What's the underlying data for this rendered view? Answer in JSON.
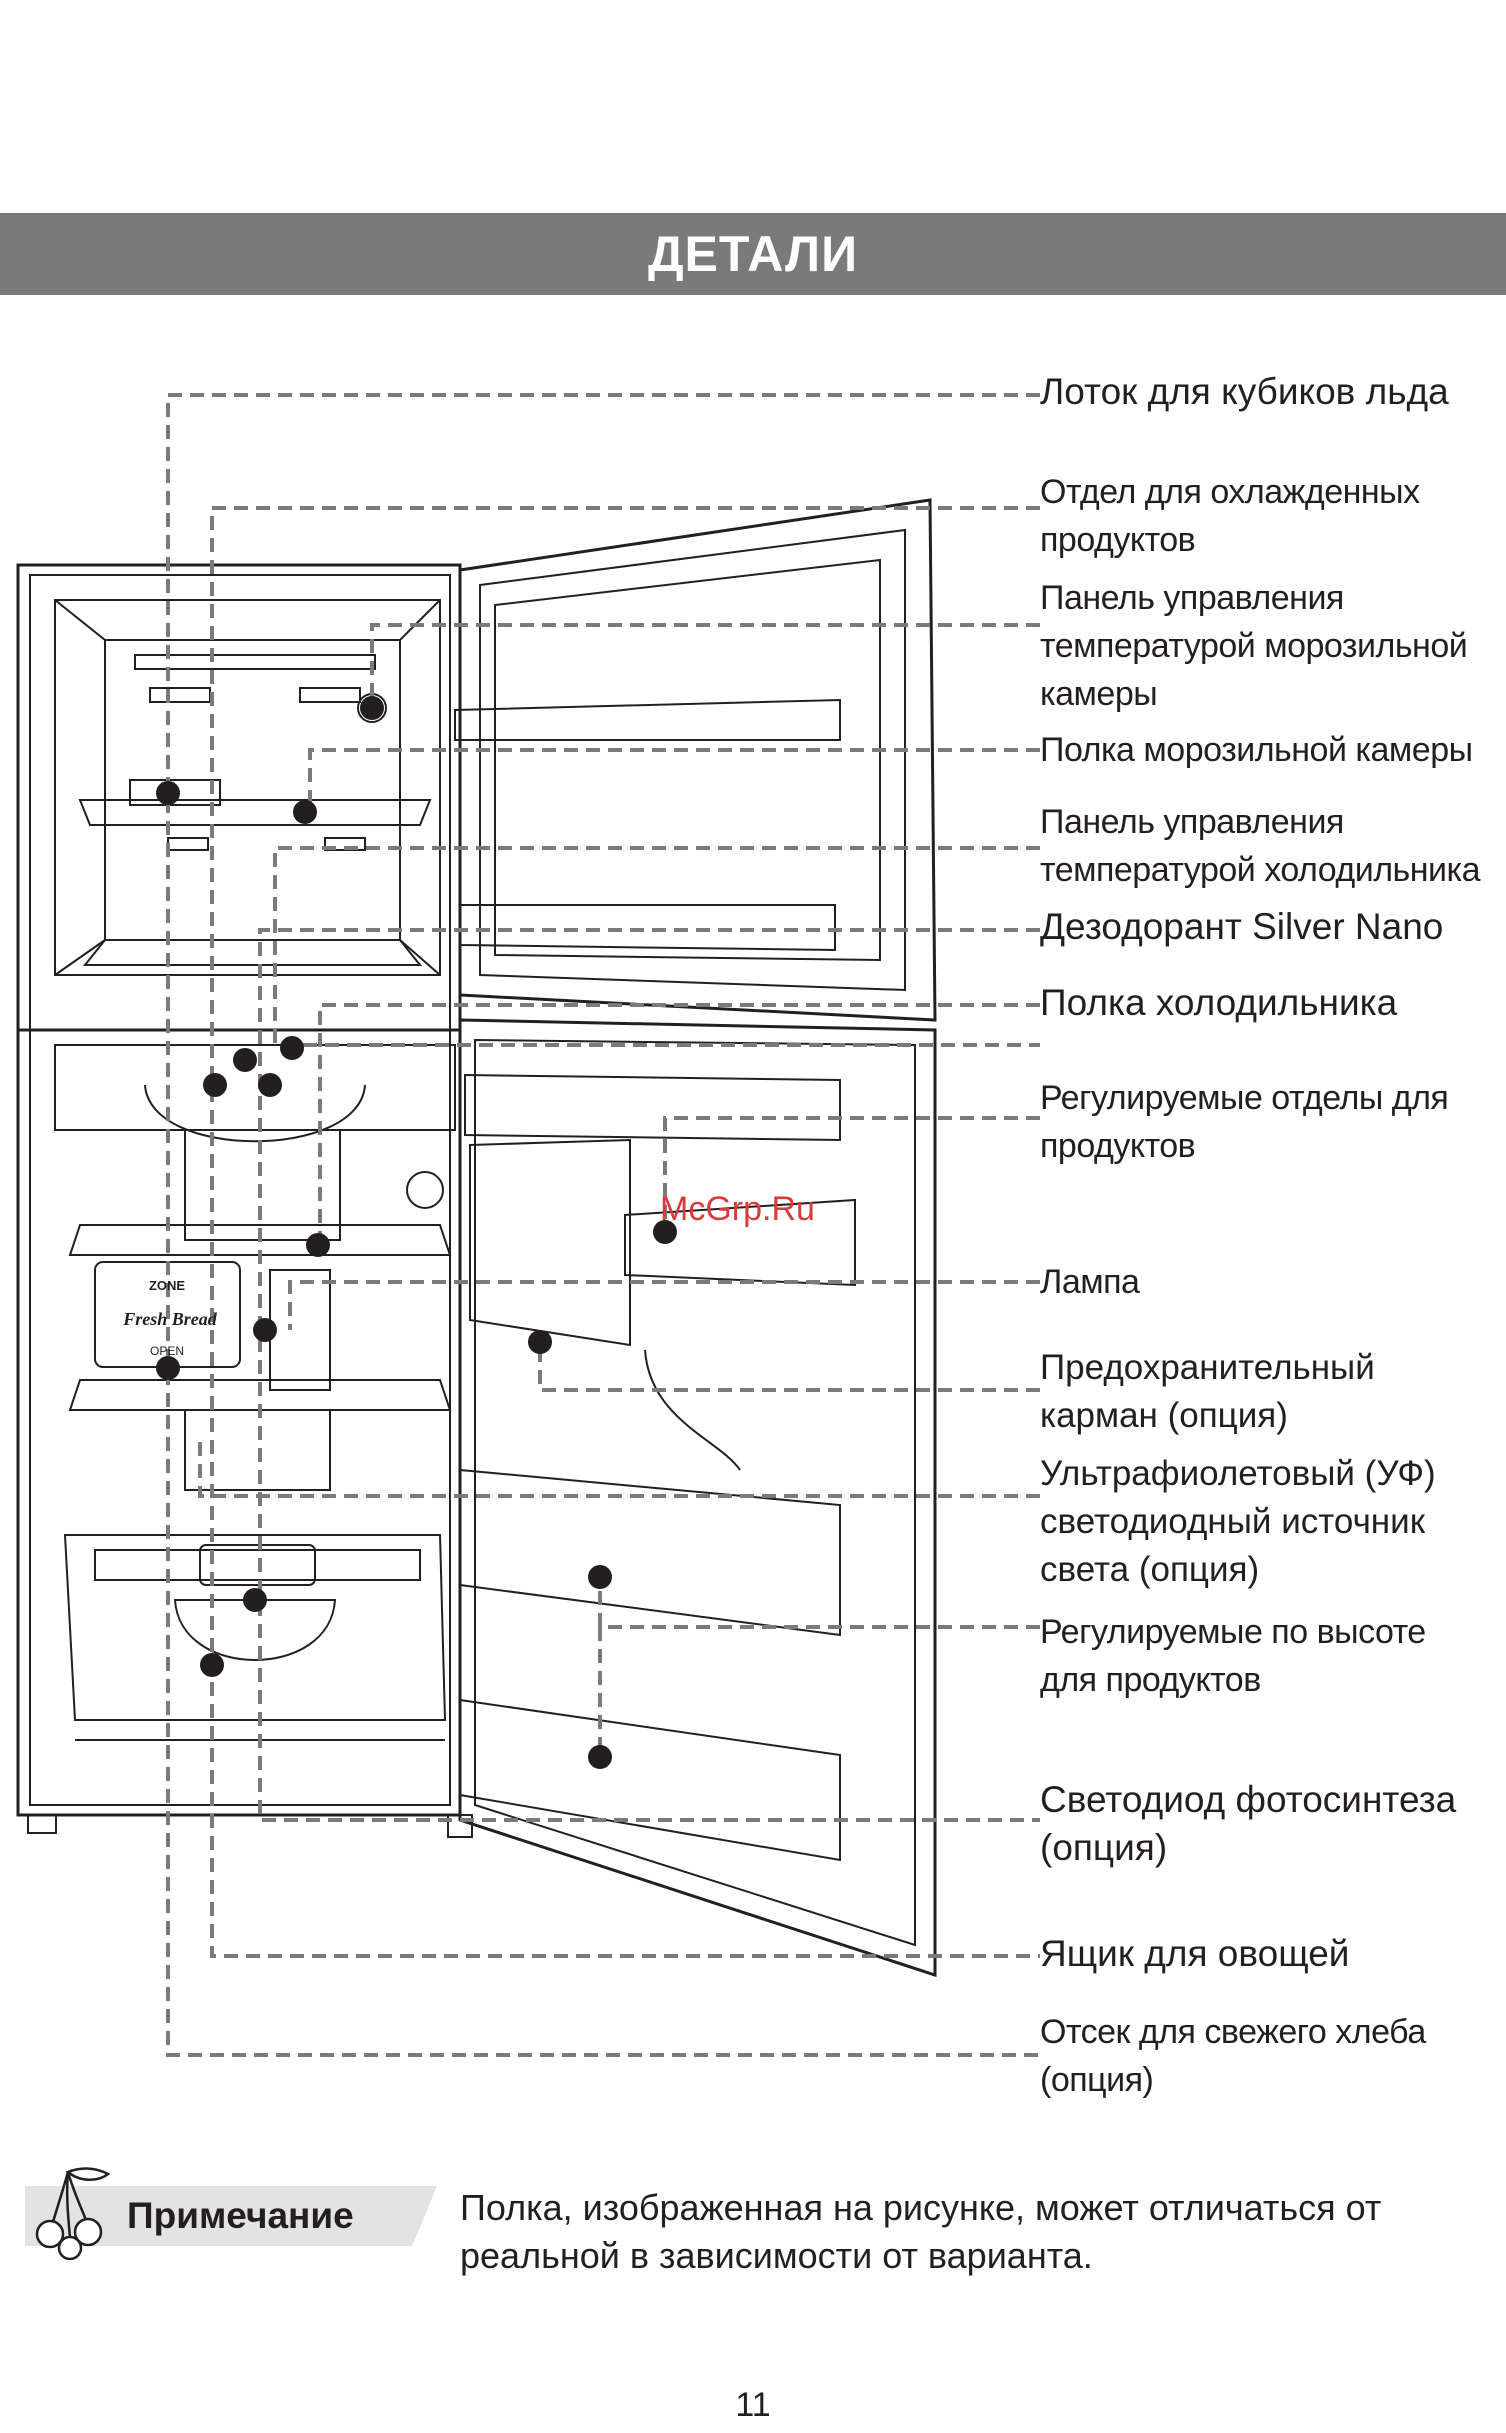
{
  "header": {
    "title": "ДЕТАЛИ"
  },
  "labels": [
    {
      "id": "ice-tray",
      "lines": [
        "Лоток для кубиков льда"
      ]
    },
    {
      "id": "chilled-section",
      "lines": [
        "Отдел для охлажденных",
        "продуктов"
      ]
    },
    {
      "id": "freezer-control",
      "lines": [
        "Панель управления",
        "температурой морозильной",
        "камеры"
      ]
    },
    {
      "id": "freezer-shelf",
      "lines": [
        "Полка морозильной камеры"
      ]
    },
    {
      "id": "fridge-control",
      "lines": [
        "Панель управления",
        "температурой холодильника"
      ]
    },
    {
      "id": "deodorant",
      "lines": [
        "Дезодорант Silver Nano"
      ]
    },
    {
      "id": "fridge-shelf",
      "lines": [
        "Полка холодильника"
      ]
    },
    {
      "id": "adjustable-bins",
      "lines": [
        "Регулируемые отделы для",
        "продуктов"
      ]
    },
    {
      "id": "lamp",
      "lines": [
        "Лампа"
      ]
    },
    {
      "id": "safety-pocket",
      "lines": [
        "Предохранительный",
        "карман (опция)"
      ]
    },
    {
      "id": "uv-led",
      "lines": [
        "Ультрафиолетовый (УФ)",
        "светодиодный источник",
        "света (опция)"
      ]
    },
    {
      "id": "height-adjustable",
      "lines": [
        "Регулируемые по высоте",
        "для продуктов"
      ]
    },
    {
      "id": "photosynthesis-led",
      "lines": [
        "Светодиод  фотосинтеза",
        "(опция)"
      ]
    },
    {
      "id": "vegetable-drawer",
      "lines": [
        "Ящик для овощей"
      ]
    },
    {
      "id": "bread-compartment",
      "lines": [
        "Отсек для свежего хлеба",
        "(опция)"
      ]
    }
  ],
  "illustration": {
    "bread_zone_text": [
      "ZONE",
      "Fresh Bread",
      "OPEN"
    ]
  },
  "watermark": "McGrp.Ru",
  "note": {
    "title": "Примечание",
    "text": "Полка, изображенная на рисунке, может отличаться от реальной в зависимости от варианта."
  },
  "footer": {
    "page_number": "11"
  }
}
